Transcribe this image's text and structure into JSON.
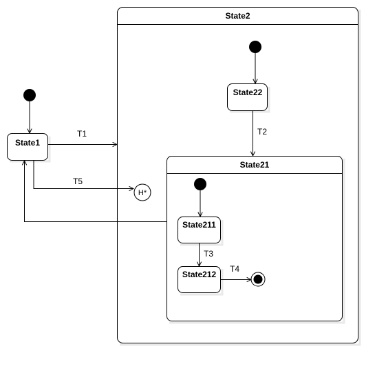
{
  "states": {
    "state1": "State1",
    "state2": "State2",
    "state22": "State22",
    "state21": "State21",
    "state211": "State211",
    "state212": "State212"
  },
  "history": {
    "label": "H*"
  },
  "transitions": {
    "t1": "T1",
    "t2": "T2",
    "t3": "T3",
    "t4": "T4",
    "t5": "T5"
  },
  "colors": {
    "stroke": "#000000",
    "fill": "#ffffff"
  }
}
